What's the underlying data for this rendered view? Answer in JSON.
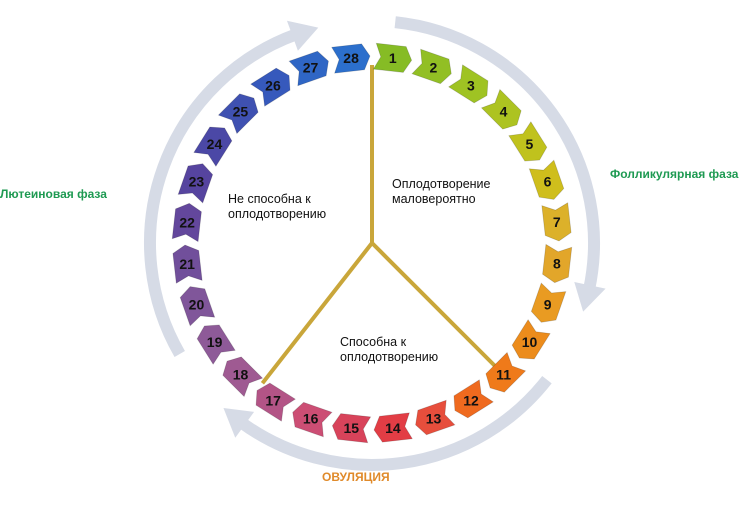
{
  "phases": {
    "luteal": "Лютеиновая фаза",
    "follicular": "Фолликулярная фаза",
    "ovulation": "ОВУЛЯЦИЯ"
  },
  "zones": {
    "not_fertile_1": "Не способна к",
    "not_fertile_2": "оплодотворению",
    "unlikely_1": "Оплодотворение",
    "unlikely_2": "маловероятно",
    "fertile_1": "Способна к",
    "fertile_2": "оплодотворению"
  },
  "days": [
    {
      "n": "1",
      "color": "#86bc25"
    },
    {
      "n": "2",
      "color": "#92bf24"
    },
    {
      "n": "3",
      "color": "#9fc323"
    },
    {
      "n": "4",
      "color": "#adc321"
    },
    {
      "n": "5",
      "color": "#c0c21d"
    },
    {
      "n": "6",
      "color": "#cfbe1c"
    },
    {
      "n": "7",
      "color": "#dcb12a"
    },
    {
      "n": "8",
      "color": "#e2a62a"
    },
    {
      "n": "9",
      "color": "#e99b22"
    },
    {
      "n": "10",
      "color": "#ec8c1c"
    },
    {
      "n": "11",
      "color": "#ef7a1a"
    },
    {
      "n": "12",
      "color": "#ef6a1f"
    },
    {
      "n": "13",
      "color": "#e74e3c"
    },
    {
      "n": "14",
      "color": "#e23d45"
    },
    {
      "n": "15",
      "color": "#d8435a"
    },
    {
      "n": "16",
      "color": "#cc4e74"
    },
    {
      "n": "17",
      "color": "#b35486"
    },
    {
      "n": "18",
      "color": "#9f5a92"
    },
    {
      "n": "19",
      "color": "#8e5a98"
    },
    {
      "n": "20",
      "color": "#80569a"
    },
    {
      "n": "21",
      "color": "#714f9b"
    },
    {
      "n": "22",
      "color": "#63479c"
    },
    {
      "n": "23",
      "color": "#56449f"
    },
    {
      "n": "24",
      "color": "#4b48a6"
    },
    {
      "n": "25",
      "color": "#3f51b1"
    },
    {
      "n": "26",
      "color": "#3659bc"
    },
    {
      "n": "27",
      "color": "#2f66c5"
    },
    {
      "n": "28",
      "color": "#2c6fcc"
    }
  ],
  "colors": {
    "arrow": "#d6dbe6",
    "divider": "#c9a63a",
    "phase_text": "#1e9a52"
  }
}
